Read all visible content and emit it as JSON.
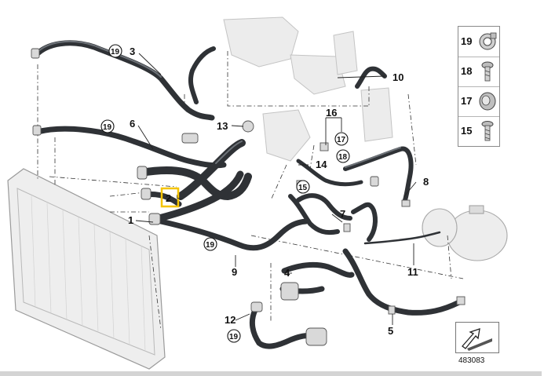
{
  "callouts": {
    "c1": "1",
    "c2": "2",
    "c3": "3",
    "c4": "4",
    "c5": "5",
    "c6": "6",
    "c7": "7",
    "c8": "8",
    "c9": "9",
    "c10": "10",
    "c11": "11",
    "c12": "12",
    "c13": "13",
    "c14": "14",
    "c16": "16"
  },
  "circled": {
    "r19a": "19",
    "r19b": "19",
    "r19c": "19",
    "r19d": "19",
    "r17": "17",
    "r18": "18",
    "r15": "15"
  },
  "legend": [
    {
      "number": "19",
      "icon": "clamp-icon"
    },
    {
      "number": "18",
      "icon": "screw-icon"
    },
    {
      "number": "17",
      "icon": "sleeve-icon"
    },
    {
      "number": "15",
      "icon": "bolt-icon"
    }
  ],
  "reference_number": "483083",
  "colors": {
    "highlight": "#f5c400",
    "hose": "#2f3236"
  }
}
